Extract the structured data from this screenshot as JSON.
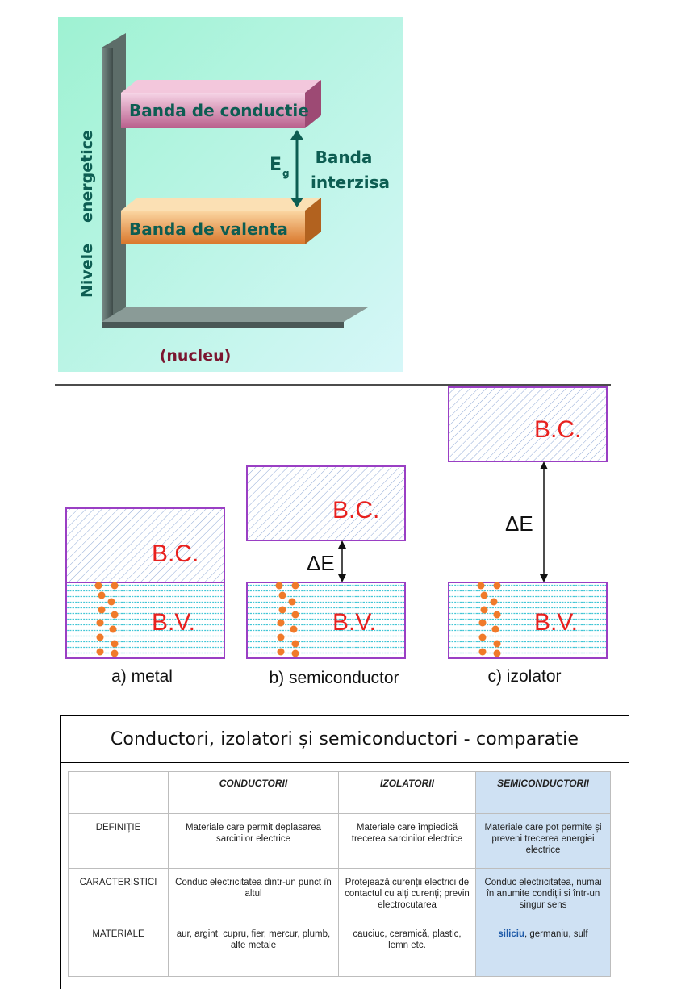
{
  "band_diagram": {
    "conduction_band": "Banda de conductie",
    "valence_band": "Banda de valenta",
    "gap_symbol": "E",
    "gap_subscript": "g",
    "forbidden_band_line1": "Banda",
    "forbidden_band_line2": "interzisa",
    "axis_word1": "Nivele",
    "axis_word2": "energetice",
    "base_label": "(nucleu)"
  },
  "band_comparison": {
    "bc_label": "B.C.",
    "bv_label": "B.V.",
    "delta_e": "ΔE",
    "captions": [
      "a) metal",
      "b) semiconductor",
      "c) izolator"
    ],
    "colors": {
      "frame": "#9a3fc4",
      "hatch": "#8fa9d6",
      "lines": "#42c6d6",
      "dots": "#f07a2a",
      "label": "#e8201e"
    }
  },
  "comparison_table": {
    "title": "Conductori, izolatori și semiconductori - comparatie",
    "headers": [
      "",
      "CONDUCTORII",
      "IZOLATORII",
      "SEMICONDUCTORII"
    ],
    "rows": [
      {
        "label": "DEFINIȚIE",
        "conductors": "Materiale care permit deplasarea sarcinilor electrice",
        "insulators": "Materiale care împiedică trecerea sarcinilor electrice",
        "semiconductors": "Materiale care pot permite și preveni trecerea energiei electrice"
      },
      {
        "label": "CARACTERISTICI",
        "conductors": "Conduc electricitatea dintr-un punct în altul",
        "insulators": "Protejează curenții electrici de contactul cu alți curenți; previn electrocutarea",
        "semiconductors": "Conduc electricitatea, numai în anumite condiții și într-un singur sens"
      },
      {
        "label": "MATERIALE",
        "conductors": "aur, argint, cupru, fier, mercur, plumb, alte metale",
        "insulators": "cauciuc, ceramică, plastic, lemn etc.",
        "semiconductors_highlight": "siliciu",
        "semiconductors_rest": ", germaniu, sulf"
      }
    ]
  }
}
